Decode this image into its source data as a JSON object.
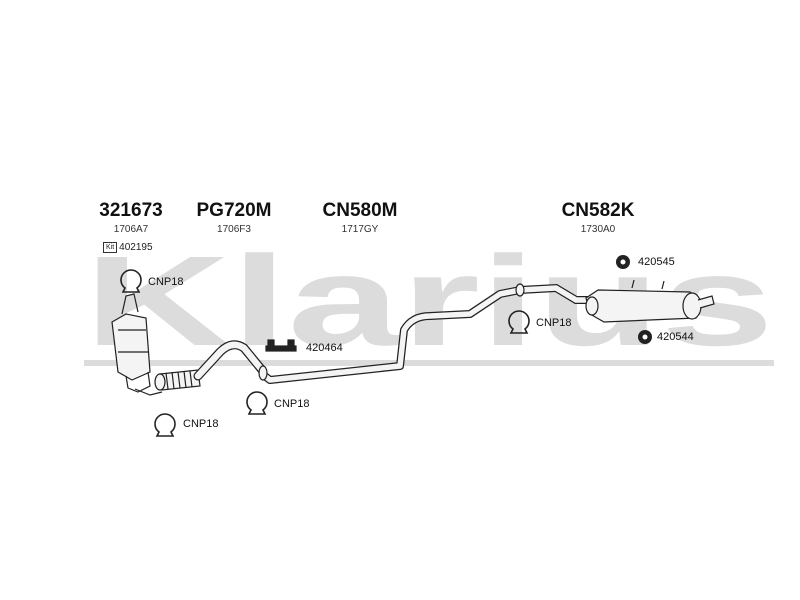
{
  "watermark": "Klarius",
  "parts": [
    {
      "part_no": "321673",
      "ref": "1706A7"
    },
    {
      "part_no": "PG720M",
      "ref": "1706F3"
    },
    {
      "part_no": "CN580M",
      "ref": "1717GY"
    },
    {
      "part_no": "CN582K",
      "ref": "1730A0"
    }
  ],
  "kit": {
    "badge": "Kit",
    "number": "402195"
  },
  "callouts": {
    "clamp_top_left": "CNP18",
    "clamp_bottom_left": "CNP18",
    "clamp_bottom_mid": "CNP18",
    "clamp_right": "CNP18",
    "hanger_mid": "420464",
    "rubber_upper": "420545",
    "rubber_lower": "420544"
  },
  "colors": {
    "watermark": "#dcdcdc",
    "line": "#222222",
    "pipe_fill": "#f4f4f4"
  }
}
